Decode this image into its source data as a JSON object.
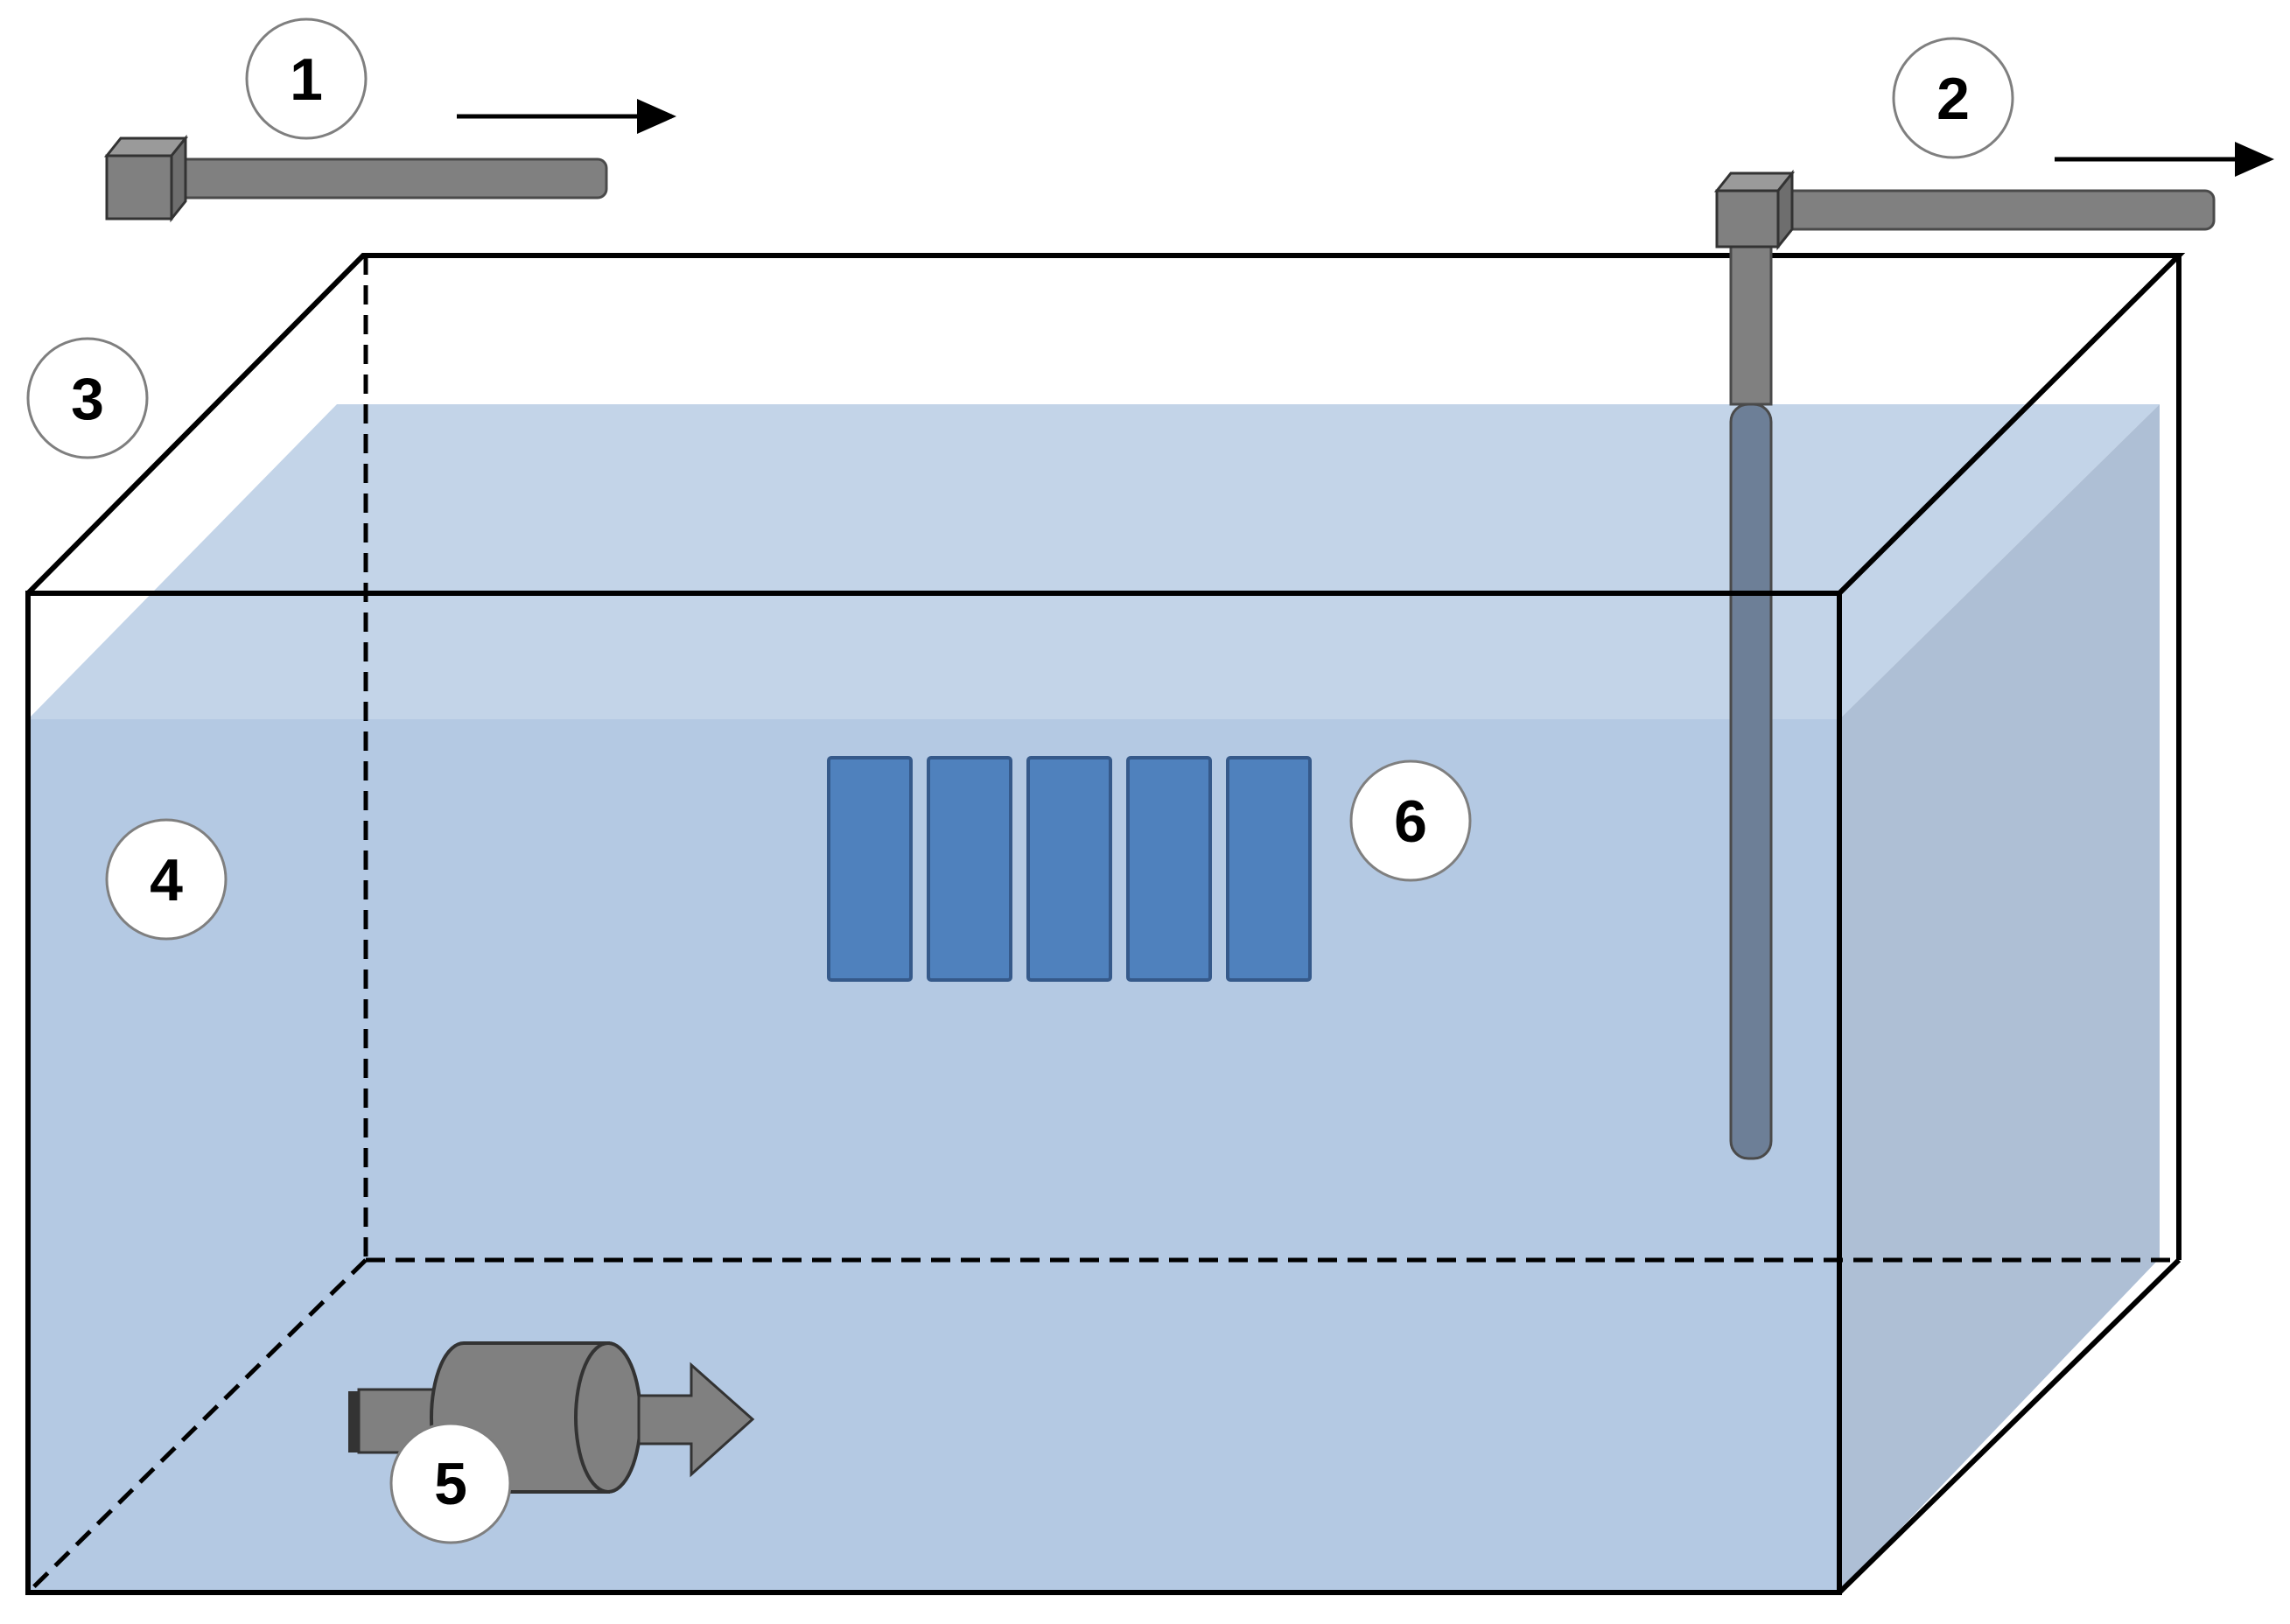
{
  "colors": {
    "water_front": "#b4c9e3",
    "water_top": "#c3d4e8",
    "water_side": "#aebfd5",
    "tank_edge": "#000000",
    "pipe_fill": "#808080",
    "pipe_submerged": "#6d7f97",
    "pipe_stroke": "#4a4a4a",
    "sample_fill": "#4f81bd",
    "sample_stroke": "#35598a",
    "callout_fill": "#ffffff",
    "callout_stroke": "#7f7f7f"
  },
  "diagram": {
    "callouts": [
      {
        "id": "1",
        "label": "1",
        "refers_to": "inlet-pipe"
      },
      {
        "id": "2",
        "label": "2",
        "refers_to": "outlet-pipe"
      },
      {
        "id": "3",
        "label": "3",
        "refers_to": "tank"
      },
      {
        "id": "4",
        "label": "4",
        "refers_to": "water"
      },
      {
        "id": "5",
        "label": "5",
        "refers_to": "circulation-pump"
      },
      {
        "id": "6",
        "label": "6",
        "refers_to": "sample-holders"
      }
    ],
    "sample_count": 5,
    "flow_arrows": [
      "inlet-flow",
      "outlet-flow",
      "pump-flow"
    ],
    "icons": [
      "inlet-pipe-icon",
      "outlet-pipe-icon",
      "pump-icon"
    ]
  }
}
